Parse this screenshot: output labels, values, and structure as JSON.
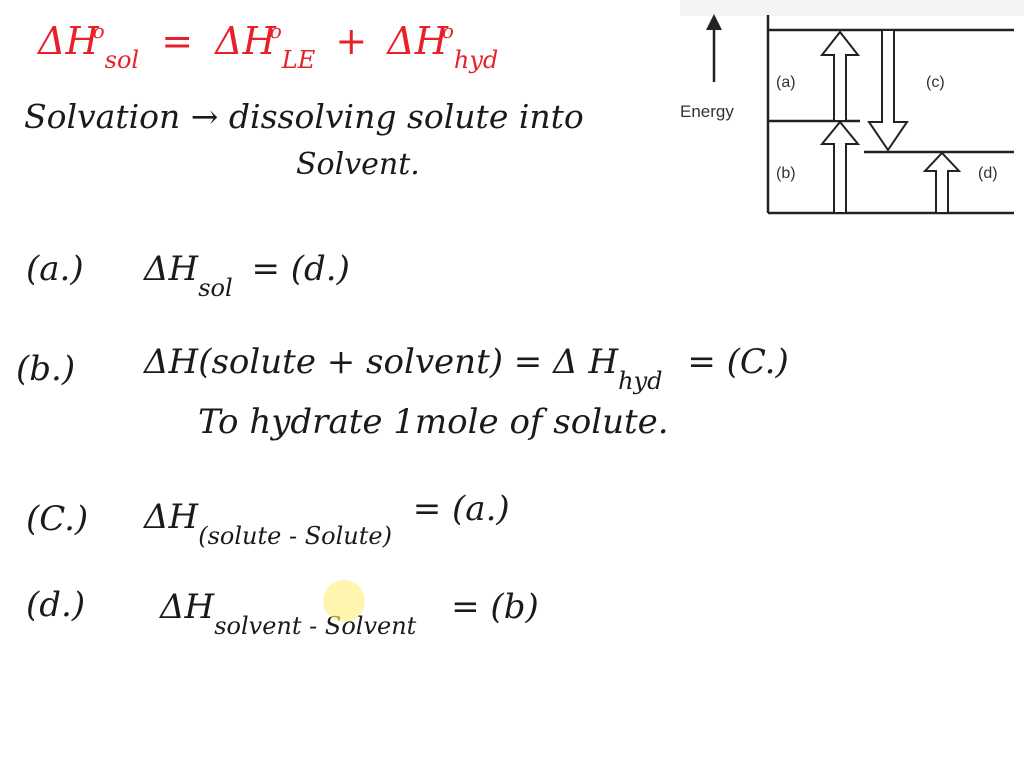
{
  "equation": {
    "lhs_symbol": "ΔH",
    "lhs_sup": "o",
    "lhs_sub": "sol",
    "eq": "=",
    "term1_symbol": "ΔH",
    "term1_sup": "o",
    "term1_sub": "LE",
    "plus": "+",
    "term2_symbol": "ΔH",
    "term2_sup": "o",
    "term2_sub": "hyd"
  },
  "definition": {
    "line1": "Solvation → dissolving solute into",
    "line2": "Solvent."
  },
  "diagram": {
    "energy_label": "Energy",
    "label_a": "(a)",
    "label_b": "(b)",
    "label_c": "(c)",
    "label_d": "(d)"
  },
  "items": [
    {
      "label": "(a.)",
      "symbol": "ΔH",
      "sub": "sol",
      "rhs": "= (d.)"
    },
    {
      "label": "(b.)",
      "text_main": "ΔH(solute + solvent) = Δ H",
      "sub": "hyd",
      "rhs": "= (C.)",
      "note": "To hydrate 1mole of solute."
    },
    {
      "label": "(C.)",
      "symbol": "ΔH",
      "sub": "(solute - Solute)",
      "rhs": "= (a.)"
    },
    {
      "label": "(d.)",
      "symbol": "ΔH",
      "sub": "solvent - Solvent",
      "rhs": "= (b)"
    }
  ],
  "colors": {
    "ink": "#1a1a1a",
    "red_ink": "#e8202a",
    "highlight": "#ffee78"
  }
}
